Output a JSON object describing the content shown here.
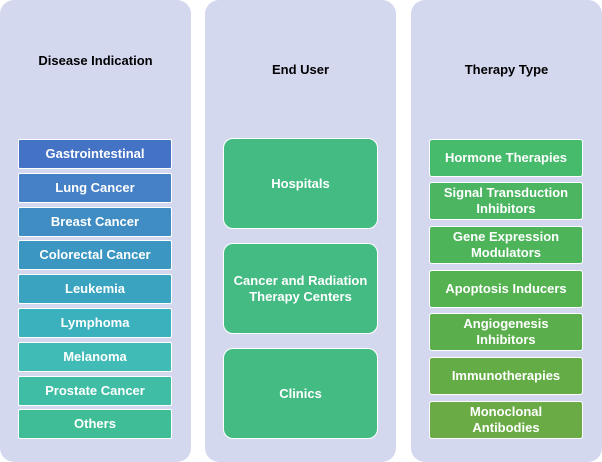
{
  "disease_indication": {
    "title": "Disease Indication",
    "items": [
      {
        "label": "Gastrointestinal",
        "color": "#4472c4"
      },
      {
        "label": "Lung Cancer",
        "color": "#4680c6"
      },
      {
        "label": "Breast Cancer",
        "color": "#3f8dc3"
      },
      {
        "label": "Colorectal Cancer",
        "color": "#3b97c2"
      },
      {
        "label": "Leukemia",
        "color": "#3aa4c0"
      },
      {
        "label": "Lymphoma",
        "color": "#3cb1be"
      },
      {
        "label": "Melanoma",
        "color": "#41bbb5"
      },
      {
        "label": "Prostate Cancer",
        "color": "#3fbda5"
      },
      {
        "label": "Others",
        "color": "#3fbd96"
      }
    ]
  },
  "end_user": {
    "title": "End User",
    "items": [
      {
        "label": "Hospitals",
        "color": "#45bb84"
      },
      {
        "label": "Cancer and Radiation Therapy Centers",
        "color": "#45bb84"
      },
      {
        "label": "Clinics",
        "color": "#45bb84"
      }
    ]
  },
  "therapy_type": {
    "title": "Therapy Type",
    "items": [
      {
        "label": "Hormone Therapies",
        "color": "#47bb6c"
      },
      {
        "label": "Signal Transduction Inhibitors",
        "color": "#4bb562"
      },
      {
        "label": "Gene Expression Modulators",
        "color": "#4eb45a"
      },
      {
        "label": "Apoptosis Inducers",
        "color": "#54b251"
      },
      {
        "label": "Angiogenesis Inhibitors",
        "color": "#5aae4c"
      },
      {
        "label": "Immunotherapies",
        "color": "#64ad46"
      },
      {
        "label": "Monoclonal Antibodies",
        "color": "#6aab45"
      }
    ]
  }
}
